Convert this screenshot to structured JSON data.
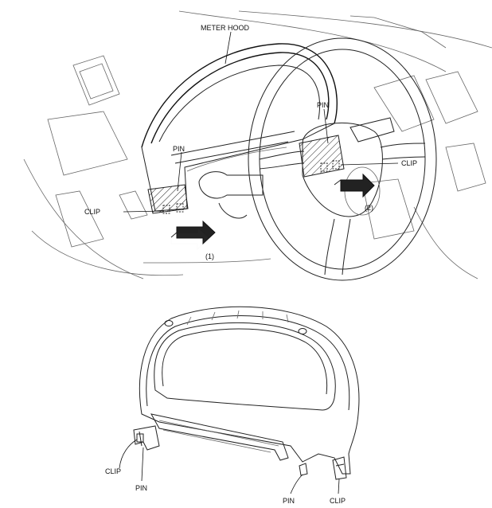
{
  "labels": {
    "meter_hood": "METER HOOD",
    "pin_left": "PIN",
    "pin_right": "PIN",
    "clip_left": "CLIP",
    "clip_right": "CLIP",
    "step_1": "(1)",
    "step_2": "(2)",
    "bottom_clip_left": "CLIP",
    "bottom_pin_left": "PIN",
    "bottom_pin_right": "PIN",
    "bottom_clip_right": "CLIP"
  }
}
